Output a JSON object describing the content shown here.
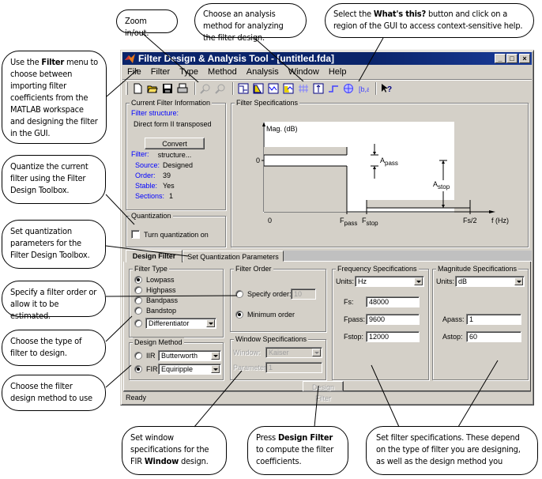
{
  "window": {
    "title": "Filter Design & Analysis Tool -  [untitled.fda]",
    "controls": [
      "minimize",
      "maximize",
      "close"
    ]
  },
  "menu": [
    {
      "label": "File",
      "mnemonic": "F"
    },
    {
      "label": "Filter",
      "mnemonic": "i"
    },
    {
      "label": "Type",
      "mnemonic": "T"
    },
    {
      "label": "Method",
      "mnemonic": "M"
    },
    {
      "label": "Analysis",
      "mnemonic": "A"
    },
    {
      "label": "Window",
      "mnemonic": "W"
    },
    {
      "label": "Help",
      "mnemonic": "H"
    }
  ],
  "toolbar": {
    "file_icons": [
      "new-file-icon",
      "open-folder-icon",
      "save-icon",
      "print-icon"
    ],
    "zoom_icons": [
      "zoom-in-icon",
      "zoom-out-icon"
    ],
    "analysis_icons": [
      "filter-spec-icon",
      "magnitude-response-icon",
      "phase-response-icon",
      "mag-phase-icon",
      "group-delay-icon",
      "impulse-response-icon",
      "step-response-icon",
      "pole-zero-icon",
      "coefficients-icon"
    ],
    "help_icon": "whats-this-icon"
  },
  "current_filter": {
    "title": "Current Filter Information",
    "structure_label": "Filter structure:",
    "structure_value": "Direct form II transposed",
    "convert_button": "Convert structure...",
    "filter_label": "Filter:",
    "source_label": "Source:",
    "source_value": "Designed",
    "order_label": "Order:",
    "order_value": "39",
    "stable_label": "Stable:",
    "stable_value": "Yes",
    "sections_label": "Sections:",
    "sections_value": "1"
  },
  "quantization": {
    "title": "Quantization",
    "checkbox_label": "Turn quantization on",
    "checked": false
  },
  "filter_specs_plot": {
    "title": "Filter Specifications",
    "ylabel": "Mag. (dB)",
    "y_tick": "0",
    "x_tick_0": "0",
    "fpass_main": "F",
    "fpass_sub": "pass",
    "fstop_main": "F",
    "fstop_sub": "stop",
    "fs2": "Fs/2",
    "xlabel": "f (Hz)",
    "apass_main": "A",
    "apass_sub": "pass",
    "astop_main": "A",
    "astop_sub": "stop"
  },
  "tabs": [
    {
      "label": "Design Filter",
      "active": true
    },
    {
      "label": "Set Quantization Parameters",
      "active": false
    }
  ],
  "filter_type": {
    "title": "Filter Type",
    "options": [
      {
        "label": "Lowpass",
        "selected": true
      },
      {
        "label": "Highpass",
        "selected": false
      },
      {
        "label": "Bandpass",
        "selected": false
      },
      {
        "label": "Bandstop",
        "selected": false
      }
    ],
    "other_selected": false,
    "other_value": "Differentiator"
  },
  "design_method": {
    "title": "Design Method",
    "iir_label": "IIR",
    "iir_value": "Butterworth",
    "iir_selected": false,
    "fir_label": "FIR",
    "fir_value": "Equiripple",
    "fir_selected": true
  },
  "filter_order": {
    "title": "Filter Order",
    "specify_label": "Specify order:",
    "specify_value": "10",
    "specify_selected": false,
    "minimum_label": "Minimum order",
    "minimum_selected": true
  },
  "window_specs": {
    "title": "Window Specifications",
    "window_label": "Window:",
    "window_value": "Kaiser",
    "parameter_label": "Parameter:",
    "parameter_value": "1"
  },
  "frequency_specs": {
    "title": "Frequency Specifications",
    "units_label": "Units:",
    "units_value": "Hz",
    "fs_label": "Fs:",
    "fs_value": "48000",
    "fpass_label": "Fpass:",
    "fpass_value": "9600",
    "fstop_label": "Fstop:",
    "fstop_value": "12000"
  },
  "magnitude_specs": {
    "title": "Magnitude Specifications",
    "units_label": "Units:",
    "units_value": "dB",
    "apass_label": "Apass:",
    "apass_value": "1",
    "astop_label": "Astop:",
    "astop_value": "60"
  },
  "design_button": "Design Filter",
  "status": "Ready",
  "callouts": {
    "zoom": "Zoom in/out.",
    "analysis": "Choose an analysis method for analyzing the filter design.",
    "whats_this_pre": "Select the ",
    "whats_this_bold": "What's this?",
    "whats_this_post": " button and click on a region of the GUI to access context-sensitive help.",
    "filter_menu_pre": "Use the ",
    "filter_menu_bold": "Filter",
    "filter_menu_post": " menu to choose between importing filter coefficients from the MATLAB workspace and designing the filter in the GUI.",
    "quantize": "Quantize the current filter using the Filter Design Toolbox.",
    "quant_params": "Set quantization parameters for the Filter Design Toolbox.",
    "filter_order": "Specify a filter order or allow it to be estimated.",
    "filter_type": "Choose the type of filter to design.",
    "design_method": "Choose the filter design method to use",
    "window_pre": "Set window specifications for the FIR ",
    "window_bold": "Window",
    "window_post": " design.",
    "design_pre": "Press ",
    "design_bold": "Design Filter",
    "design_post": " to compute the filter coefficients.",
    "specs": "Set filter specifications. These depend on the type of filter you are designing, as well as the design method you"
  }
}
